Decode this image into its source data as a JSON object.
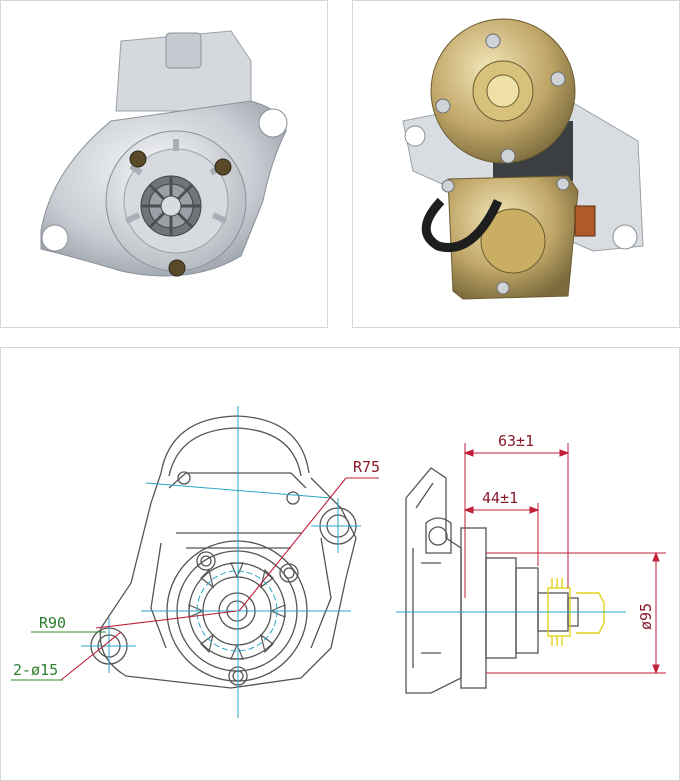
{
  "photos": {
    "front_view": "starter-motor-front-photo",
    "rear_view": "starter-motor-rear-photo"
  },
  "drawing": {
    "dimensions": {
      "length_overall": "63±1",
      "length_flange": "44±1",
      "diameter_body": "ø95"
    },
    "labels": {
      "radius_top": "R75",
      "radius_left": "R90",
      "mount_holes": "2-ø15"
    }
  },
  "colors": {
    "outline": "#555555",
    "center_line": "#2aa6c8",
    "dimension": "#c0203a",
    "leader": "#2e8b2e",
    "connector": "#e3d21e",
    "frame": "#d7d7d7"
  }
}
